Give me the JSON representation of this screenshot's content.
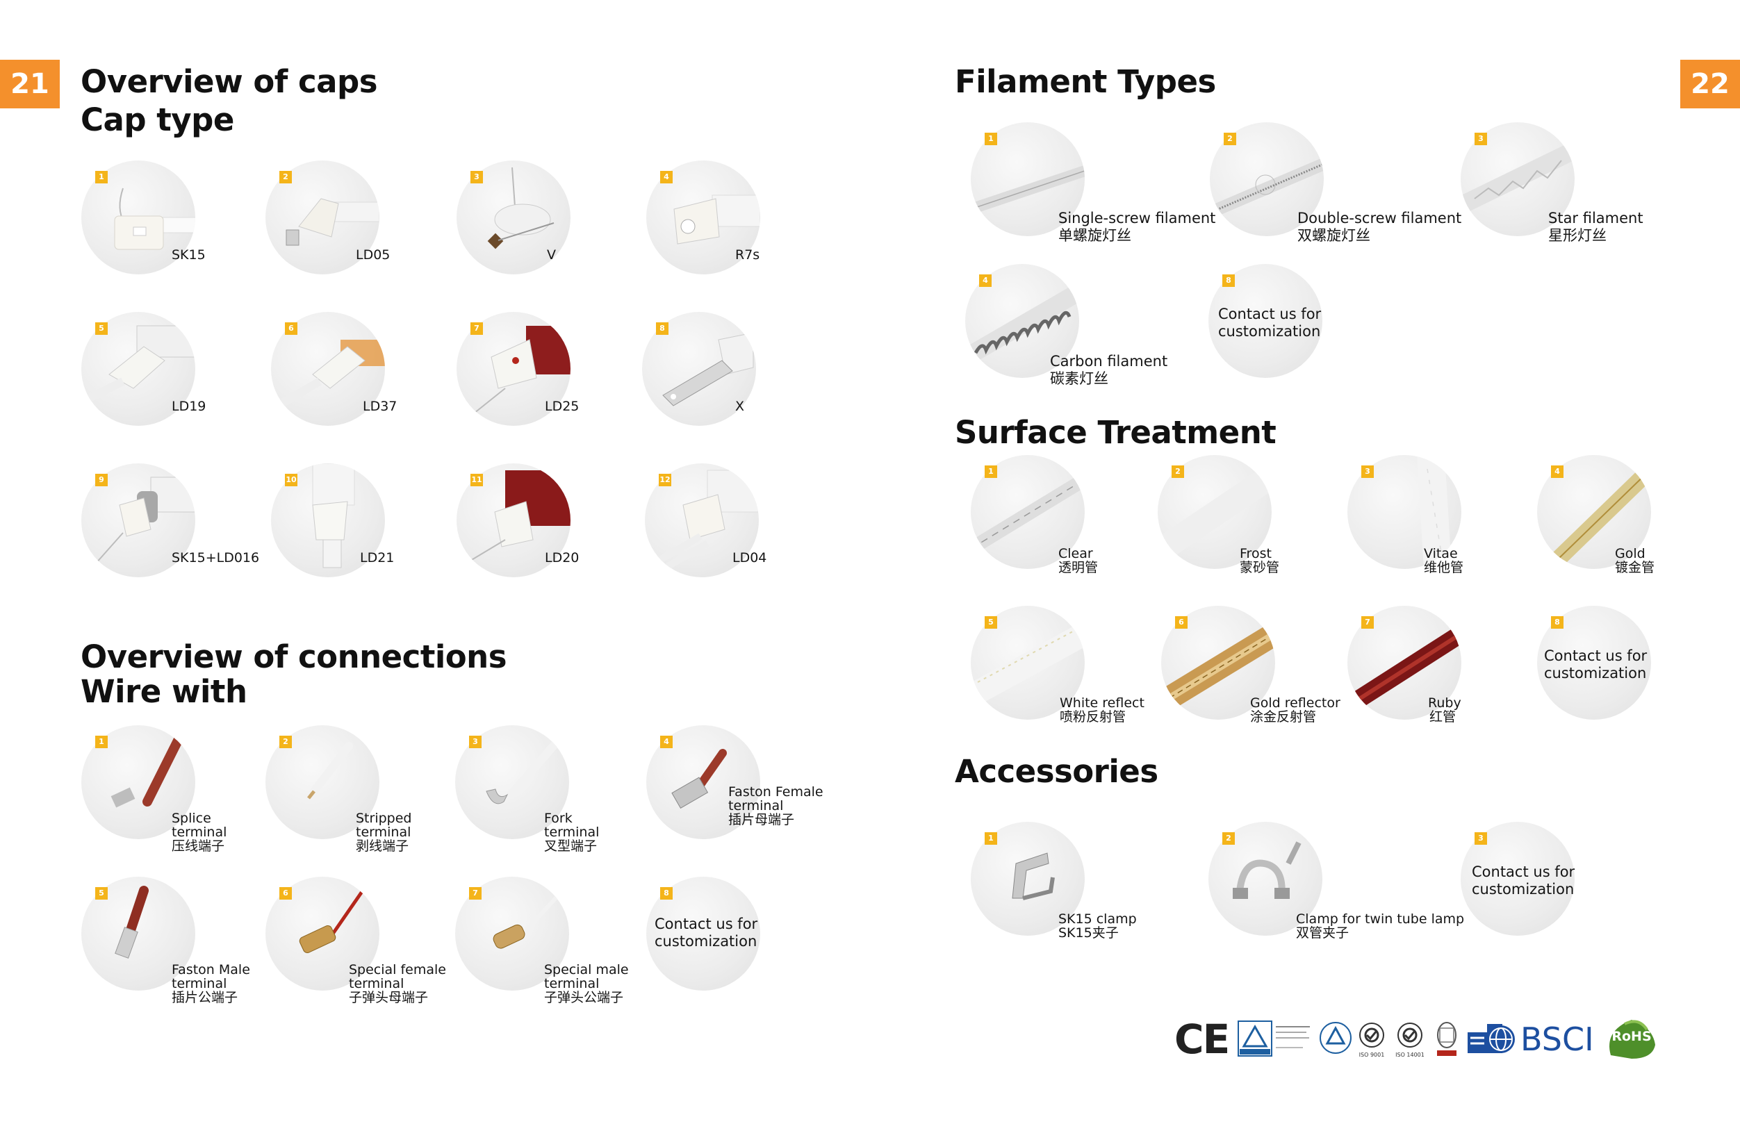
{
  "left_page": {
    "page_number": "21",
    "caps": {
      "title_line1": "Overview of caps",
      "title_line2": "Cap type"
    },
    "cap_items": [
      {
        "num": "1",
        "label": "SK15"
      },
      {
        "num": "2",
        "label": "LD05"
      },
      {
        "num": "3",
        "label": "V"
      },
      {
        "num": "4",
        "label": "R7s"
      },
      {
        "num": "5",
        "label": "LD19"
      },
      {
        "num": "6",
        "label": "LD37"
      },
      {
        "num": "7",
        "label": "LD25"
      },
      {
        "num": "8",
        "label": "X"
      },
      {
        "num": "9",
        "label": "SK15+LD016"
      },
      {
        "num": "10",
        "label": "LD21"
      },
      {
        "num": "11",
        "label": "LD20"
      },
      {
        "num": "12",
        "label": "LD04"
      }
    ],
    "connections": {
      "title_line1": "Overview of connections",
      "title_line2": "Wire with"
    },
    "connection_items": [
      {
        "num": "1",
        "line1": "Splice",
        "line2": "terminal",
        "line3": "压线端子"
      },
      {
        "num": "2",
        "line1": "Stripped",
        "line2": "terminal",
        "line3": "剥线端子"
      },
      {
        "num": "3",
        "line1": "Fork",
        "line2": "terminal",
        "line3": "叉型端子"
      },
      {
        "num": "4",
        "line1": "Faston Female",
        "line2": "terminal",
        "line3": "插片母端子"
      },
      {
        "num": "5",
        "line1": "Faston Male",
        "line2": "terminal",
        "line3": "插片公端子"
      },
      {
        "num": "6",
        "line1": "Special female",
        "line2": "terminal",
        "line3": "子弹头母端子"
      },
      {
        "num": "7",
        "line1": "Special male",
        "line2": "terminal",
        "line3": "子弹头公端子"
      },
      {
        "num": "8",
        "line1": "Contact us for",
        "line2": "customization"
      }
    ]
  },
  "right_page": {
    "page_number": "22",
    "filament": {
      "title": "Filament Types"
    },
    "filament_items": [
      {
        "num": "1",
        "en": "Single-screw filament",
        "cn": "单螺旋灯丝"
      },
      {
        "num": "2",
        "en": "Double-screw filament",
        "cn": "双螺旋灯丝"
      },
      {
        "num": "3",
        "en": "Star filament",
        "cn": "星形灯丝"
      },
      {
        "num": "4",
        "en": "Carbon filament",
        "cn": "碳素灯丝"
      },
      {
        "num": "8",
        "en": "Contact us for",
        "cn": "customization"
      }
    ],
    "surface": {
      "title": "Surface Treatment"
    },
    "surface_items": [
      {
        "num": "1",
        "en": "Clear",
        "cn": "透明管"
      },
      {
        "num": "2",
        "en": "Frost",
        "cn": "蒙砂管"
      },
      {
        "num": "3",
        "en": "Vitae",
        "cn": "维他管"
      },
      {
        "num": "4",
        "en": "Gold",
        "cn": "镀金管"
      },
      {
        "num": "5",
        "en": "White reflect",
        "cn": "喷粉反射管"
      },
      {
        "num": "6",
        "en": "Gold reflector",
        "cn": "涂金反射管"
      },
      {
        "num": "7",
        "en": "Ruby",
        "cn": "红管"
      },
      {
        "num": "8",
        "en": "Contact us for",
        "cn": "customization"
      }
    ],
    "accessories": {
      "title": "Accessories"
    },
    "accessory_items": [
      {
        "num": "1",
        "en": "SK15 clamp",
        "cn": "SK15夹子"
      },
      {
        "num": "2",
        "en": "Clamp for twin tube lamp",
        "cn": "双管夹子"
      },
      {
        "num": "3",
        "en": "Contact us for",
        "cn": "customization"
      }
    ],
    "certifications": {
      "ce": "CE",
      "iso_9001": "ISO 9001",
      "iso_14001": "ISO 14001",
      "bsci": "BSCI",
      "rohs": "RoHS"
    }
  },
  "colors": {
    "page_number_bg": "#f4902c",
    "badge_bg": "#f4b41a",
    "circle_bg": "#ececec",
    "text": "#111111",
    "bsci_blue": "#1d4fa0",
    "rohs_green": "#4e8f2a"
  }
}
